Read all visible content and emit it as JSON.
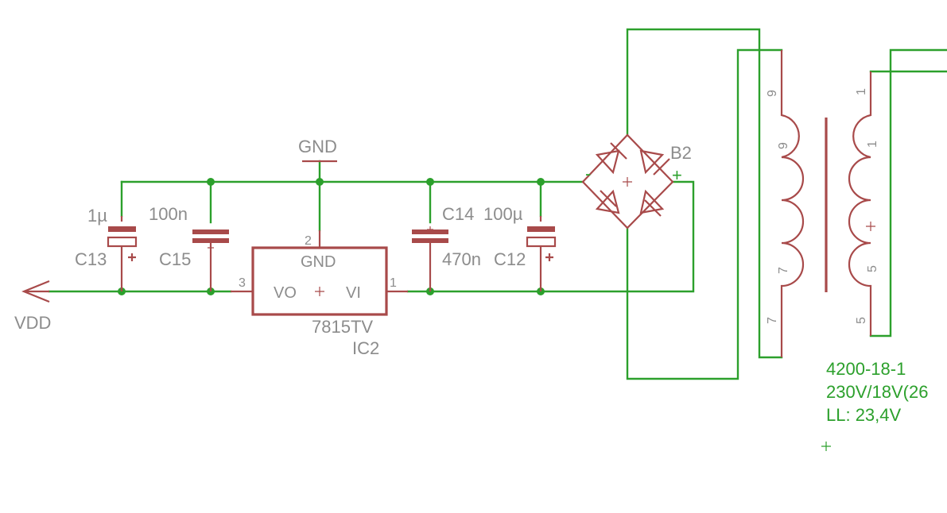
{
  "colors": {
    "wire": "#2ca02c",
    "component": "#a84a4a",
    "label": "#8c8c8c",
    "background": "#ffffff"
  },
  "supply": {
    "label": "VDD"
  },
  "ground": {
    "label": "GND"
  },
  "regulator": {
    "name": "IC2",
    "value": "7815TV",
    "pin_gnd": "GND",
    "pin_vo": "VO",
    "pin_vi": "VI",
    "pin1": "1",
    "pin2": "2",
    "pin3": "3"
  },
  "capacitors": [
    {
      "name": "C13",
      "value": "1µ"
    },
    {
      "name": "C15",
      "value": "100n"
    },
    {
      "name": "C14",
      "value": "470n"
    },
    {
      "name": "C12",
      "value": "100µ"
    }
  ],
  "bridge": {
    "name": "B2",
    "minus": "-",
    "plus": "+"
  },
  "transformer": {
    "part": "4200-18-1",
    "rating": "230V/18V(26",
    "ll": "LL: 23,4V",
    "left_pins": [
      "9",
      "9",
      "7",
      "7"
    ],
    "right_pins": [
      "1",
      "1",
      "5",
      "5"
    ]
  }
}
